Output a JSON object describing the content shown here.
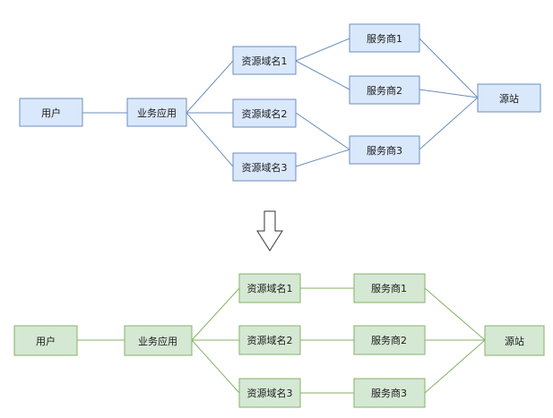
{
  "top_diagram": {
    "nodes": {
      "user": "用户",
      "app": "业务应用",
      "domain1": "资源域名1",
      "domain2": "资源域名2",
      "domain3": "资源域名3",
      "provider1": "服务商1",
      "provider2": "服务商2",
      "provider3": "服务商3",
      "origin": "源站"
    },
    "colors": {
      "fill": "#dae8fc",
      "stroke": "#6c8ebf",
      "edge": "#6c8ebf"
    }
  },
  "bottom_diagram": {
    "nodes": {
      "user": "用户",
      "app": "业务应用",
      "domain1": "资源域名1",
      "domain2": "资源域名2",
      "domain3": "资源域名3",
      "provider1": "服务商1",
      "provider2": "服务商2",
      "provider3": "服务商3",
      "origin": "源站"
    },
    "colors": {
      "fill": "#d5e8d4",
      "stroke": "#82b366",
      "edge": "#82b366"
    }
  },
  "arrow_icon": "down-arrow-icon"
}
